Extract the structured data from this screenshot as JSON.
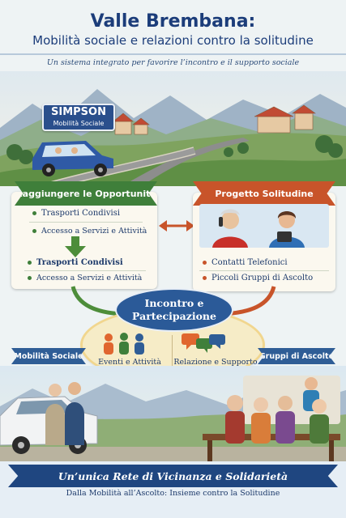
{
  "header": {
    "title": "Valle Brembana:",
    "subtitle": "Mobilità sociale e relazioni contro la solitudine",
    "tagline": "Un sistema integrato per favorire l’incontro e il supporto sociale"
  },
  "car_sign": {
    "brand": "SIMPSON",
    "caption": "Mobilità Sociale"
  },
  "left_panel": {
    "title": "Raggiungere le Opportunità",
    "items_top": [
      "Trasporti Condivisi",
      "Accesso a Servizi e Attività"
    ],
    "items_bottom": [
      "Trasporti Condivisi",
      "Accesso a Servizi e Attività"
    ]
  },
  "right_panel": {
    "title": "Progetto Solitudine",
    "items": [
      "Contatti Telefonici",
      "Piccoli Gruppi di Ascolto"
    ]
  },
  "center": {
    "title_line1": "Incontro e",
    "title_line2": "Partecipazione",
    "left_item": "Eventi e Attività",
    "right_item": "Relazione e Supporto"
  },
  "labels": {
    "mobility": "Mobilità Sociale",
    "listening": "Gruppi di Ascolto"
  },
  "footer": {
    "title": "Un’unica Rete di Vicinanza e Solidarietà",
    "subtitle": "Dalla Mobilità all’Ascolto: Insieme contro la Solitudine"
  },
  "colors": {
    "navy": "#1c3d7a",
    "green": "#3f7f3a",
    "orange": "#c8542a",
    "blue": "#2f5d96"
  }
}
